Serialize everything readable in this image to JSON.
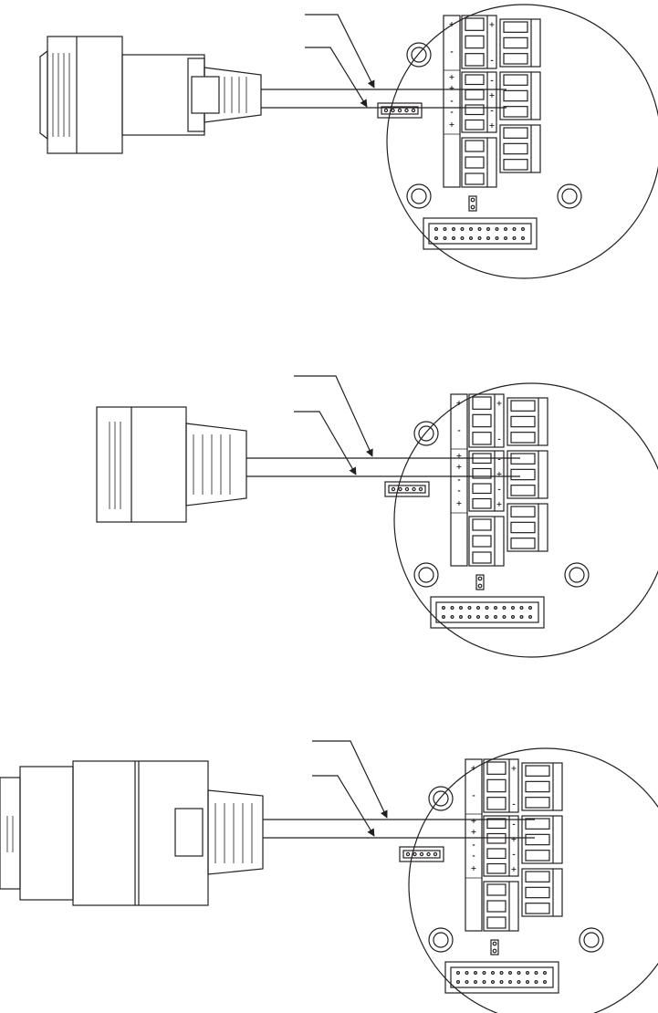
{
  "figure": {
    "panels": [
      {
        "id": "top",
        "device": "plug-connector-type-a"
      },
      {
        "id": "middle",
        "device": "plug-connector-type-b"
      },
      {
        "id": "bottom",
        "device": "plug-connector-type-c"
      }
    ],
    "polarity_marks": {
      "plus": "+",
      "minus": "-"
    },
    "colors": {
      "line": "#231f20",
      "background": "#ffffff"
    }
  }
}
